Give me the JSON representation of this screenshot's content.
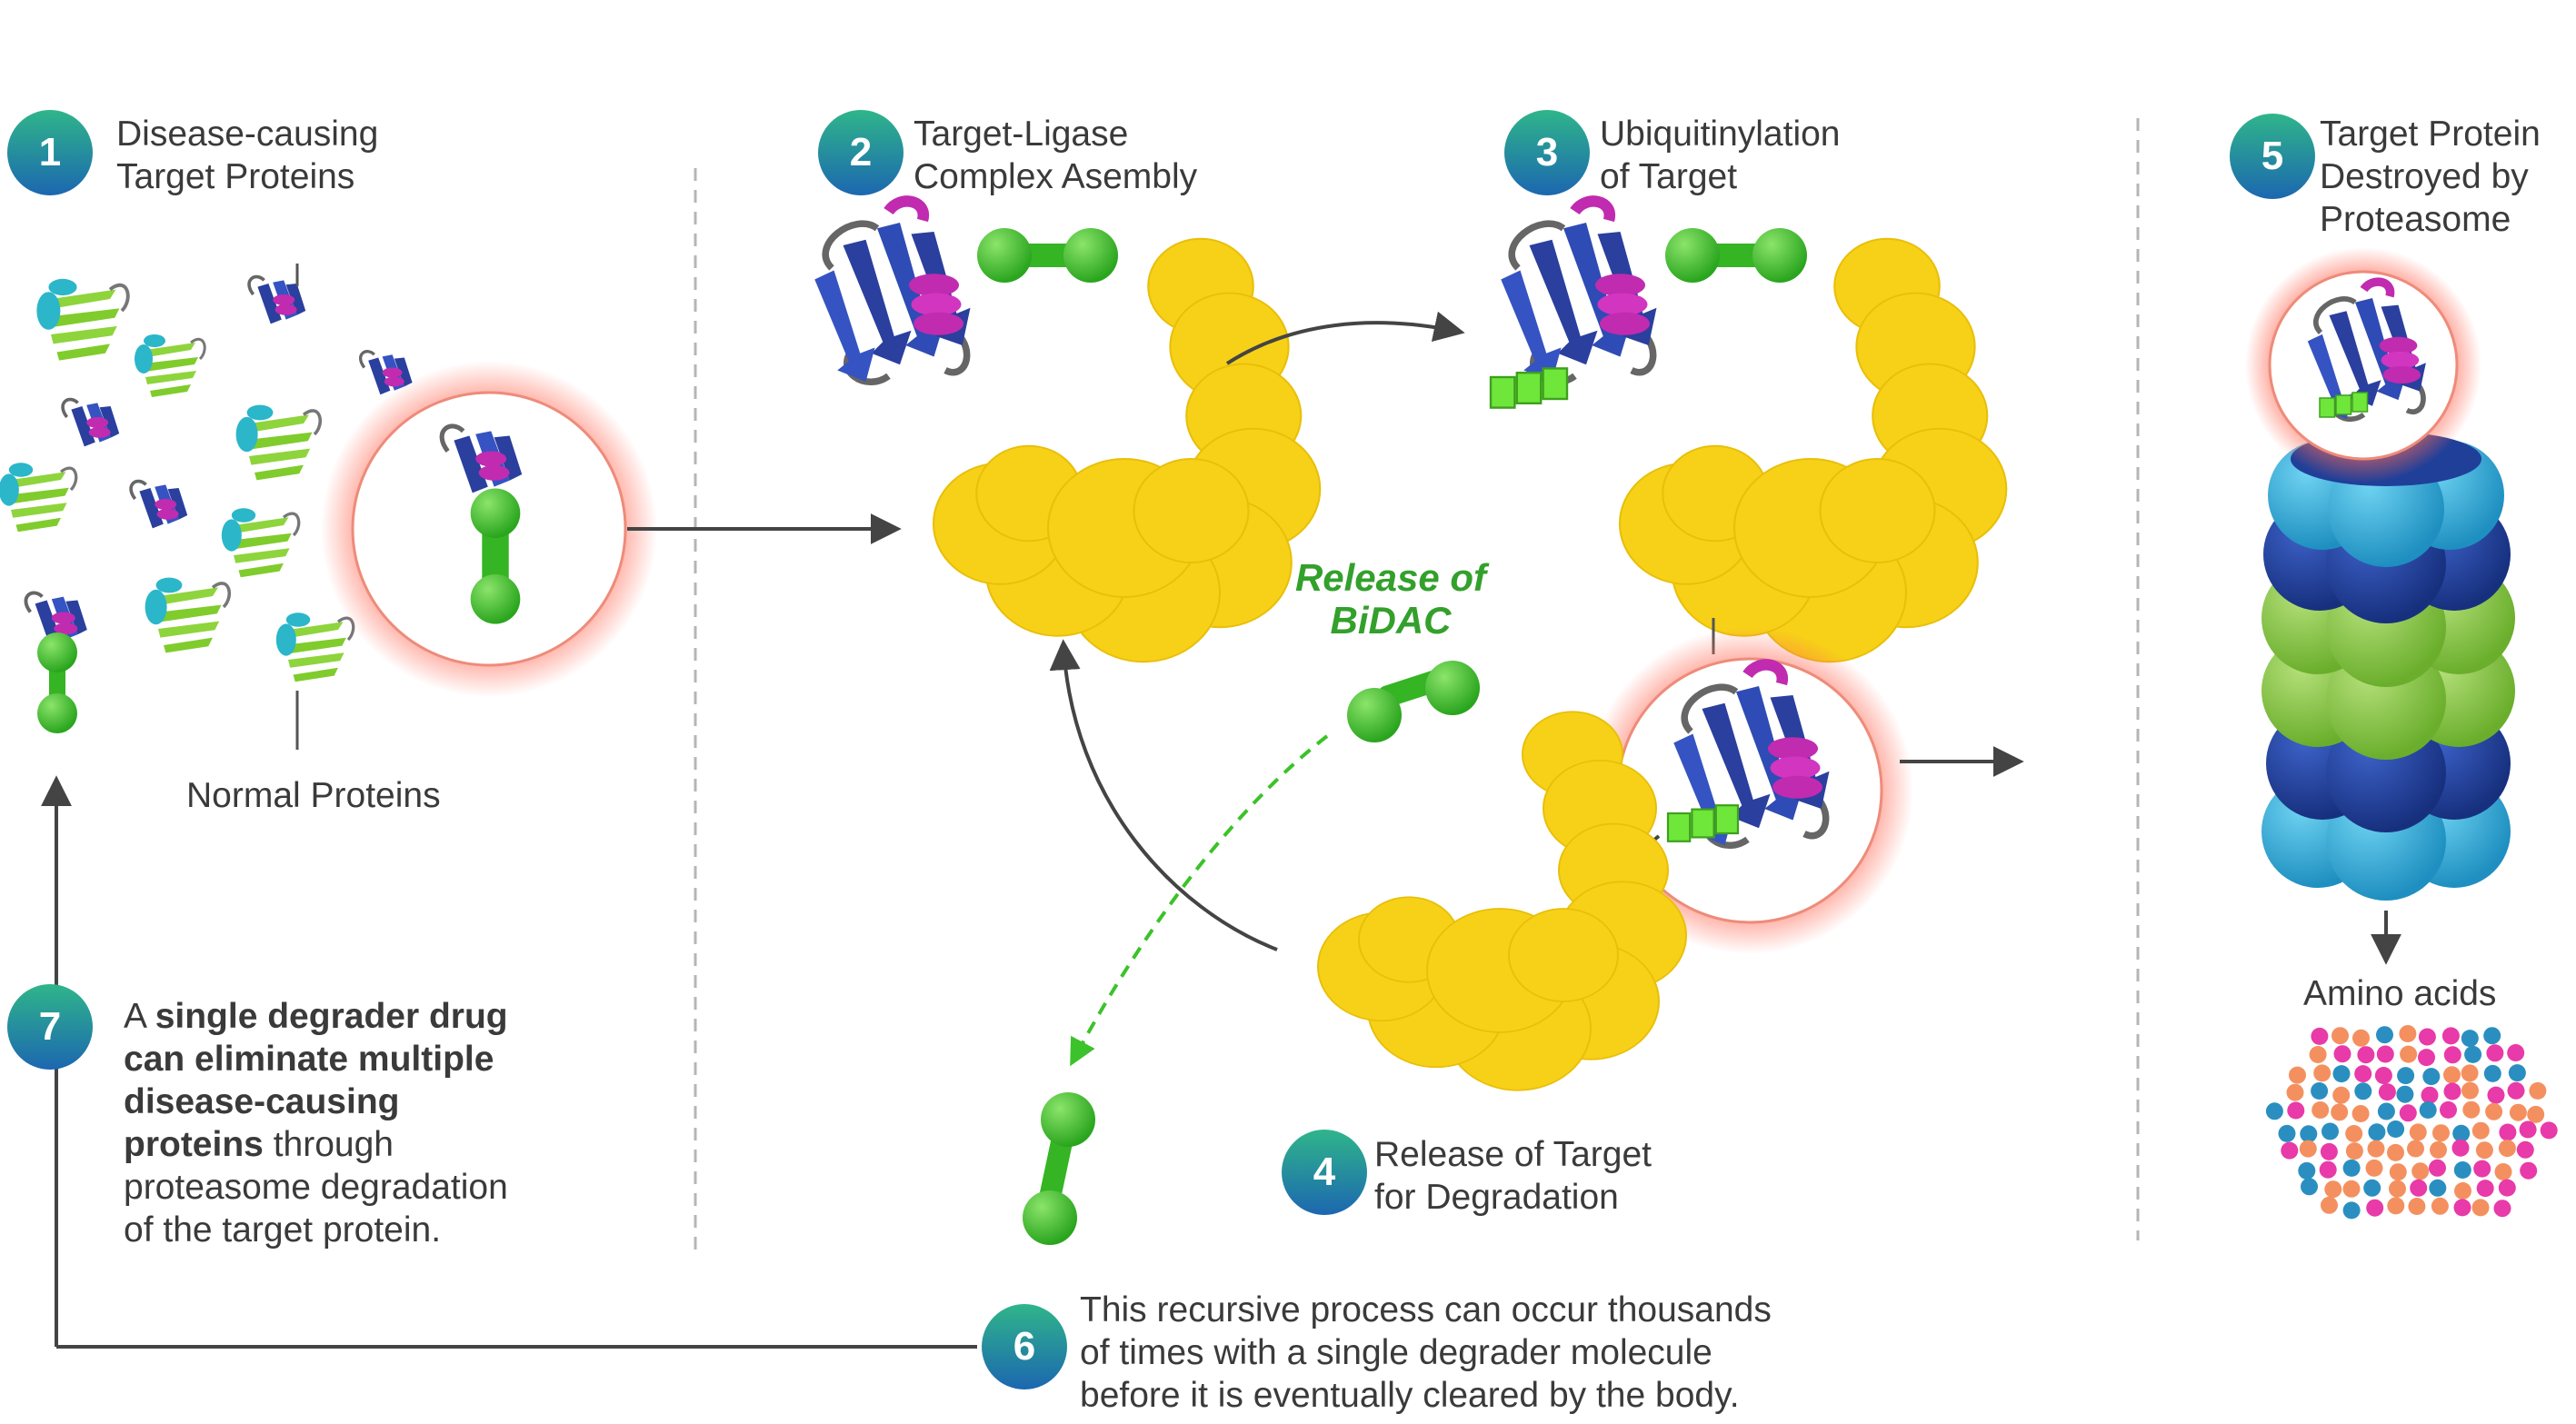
{
  "steps": {
    "s1": {
      "number": "1",
      "line1": "Disease-causing",
      "line2": "Target Proteins"
    },
    "s2": {
      "number": "2",
      "line1": "Target-Ligase",
      "line2": "Complex Asembly"
    },
    "s3": {
      "number": "3",
      "line1": "Ubiquitinylation",
      "line2": "of Target"
    },
    "s4": {
      "number": "4",
      "line1": "Release of Target",
      "line2": "for Degradation"
    },
    "s5": {
      "number": "5",
      "line1": "Target Protein",
      "line2": "Destroyed by",
      "line3": "Proteasome"
    },
    "s6": {
      "number": "6",
      "line1": "This recursive process can occur thousands",
      "line2": "of times with a single degrader molecule",
      "line3": "before it is eventually cleared by the body."
    },
    "s7": {
      "number": "7",
      "t1": "A ",
      "b1": "single degrader drug",
      "b2": "can eliminate multiple",
      "b3": "disease-causing",
      "b4": "proteins",
      "t2": " through",
      "t3": "proteasome degradation",
      "t4": "of the target protein."
    }
  },
  "labels": {
    "normal_proteins": "Normal Proteins",
    "release_bidac_1": "Release of",
    "release_bidac_2": "BiDAC",
    "amino_acids": "Amino acids"
  },
  "colors": {
    "ligase_yellow": "#f7d117",
    "degrader_green": "#3cb82a",
    "beta_sheet_blue": "#2a3f9e",
    "helix_magenta": "#c02bb0",
    "normal_protein_green": "#8ed43c",
    "normal_protein_cyan": "#2bb6c9",
    "proteasome_cyan": "#2aa6cf",
    "proteasome_navy": "#1f3f99",
    "proteasome_lime": "#7fbf3a",
    "badge_teal": "#27a88c",
    "badge_blue": "#1f6fb0",
    "highlight_glow": "#ff6a55",
    "amino_pink": "#e83aa8",
    "amino_orange": "#f49060",
    "amino_blue": "#2a8fc0"
  },
  "icons": [
    "protein-icon",
    "degrader-molecule-icon",
    "ligase-shape",
    "ubiquitin-tag-icon",
    "proteasome-icon",
    "amino-acid-dot",
    "arrow-icon"
  ]
}
